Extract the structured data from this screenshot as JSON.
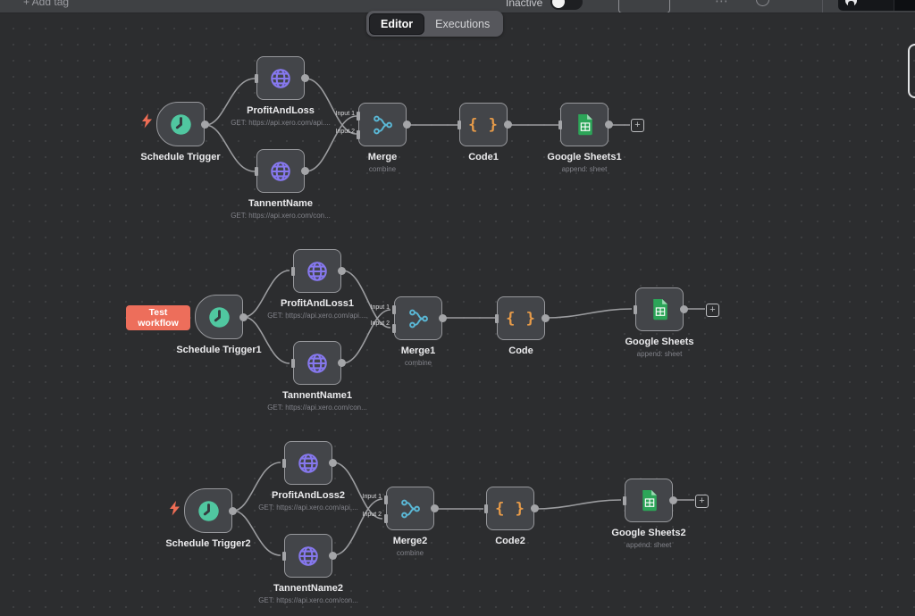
{
  "topbar": {
    "add_tag_label": "+ Add tag",
    "inactive_label": "Inactive",
    "more_label": "⋯",
    "tabs": {
      "editor": "Editor",
      "executions": "Executions"
    }
  },
  "test_workflow_button": "Test workflow",
  "merge_inputs": {
    "input1": "Input 1",
    "input2": "Input 2"
  },
  "plus_label": "+",
  "nodes": [
    {
      "name": "Schedule Trigger",
      "subtitle": "",
      "icon": "clock-icon"
    },
    {
      "name": "ProfitAndLoss",
      "subtitle": "GET: https://api.xero.com/api....",
      "icon": "globe-icon"
    },
    {
      "name": "TannentName",
      "subtitle": "GET: https://api.xero.com/con...",
      "icon": "globe-icon"
    },
    {
      "name": "Merge",
      "subtitle": "combine",
      "icon": "merge-icon"
    },
    {
      "name": "Code1",
      "subtitle": "",
      "icon": "code-icon"
    },
    {
      "name": "Google Sheets1",
      "subtitle": "append: sheet",
      "icon": "sheets-icon"
    },
    {
      "name": "Schedule Trigger1",
      "subtitle": "",
      "icon": "clock-icon"
    },
    {
      "name": "ProfitAndLoss1",
      "subtitle": "GET: https://api.xero.com/api....",
      "icon": "globe-icon"
    },
    {
      "name": "TannentName1",
      "subtitle": "GET: https://api.xero.com/con...",
      "icon": "globe-icon"
    },
    {
      "name": "Merge1",
      "subtitle": "combine",
      "icon": "merge-icon"
    },
    {
      "name": "Code",
      "subtitle": "",
      "icon": "code-icon"
    },
    {
      "name": "Google Sheets",
      "subtitle": "append: sheet",
      "icon": "sheets-icon"
    },
    {
      "name": "Schedule Trigger2",
      "subtitle": "",
      "icon": "clock-icon"
    },
    {
      "name": "ProfitAndLoss2",
      "subtitle": "GET: https://api.xero.com/api....",
      "icon": "globe-icon"
    },
    {
      "name": "TannentName2",
      "subtitle": "GET: https://api.xero.com/con...",
      "icon": "globe-icon"
    },
    {
      "name": "Merge2",
      "subtitle": "combine",
      "icon": "merge-icon"
    },
    {
      "name": "Code2",
      "subtitle": "",
      "icon": "code-icon"
    },
    {
      "name": "Google Sheets2",
      "subtitle": "append: sheet",
      "icon": "sheets-icon"
    }
  ],
  "code_glyph": "{ }",
  "colors": {
    "canvas_bg": "#2c2d2f",
    "node_bg": "#434549",
    "node_border": "#97989c",
    "wire": "#9b9c9f",
    "clock_teal": "#50c7a0",
    "globe_purple": "#8678ee",
    "merge_cyan": "#5ab8d6",
    "code_orange": "#e79b49",
    "sheets_green": "#2ca558",
    "bolt_coral": "#ee6d55",
    "test_button_bg": "#ed6e5b"
  }
}
